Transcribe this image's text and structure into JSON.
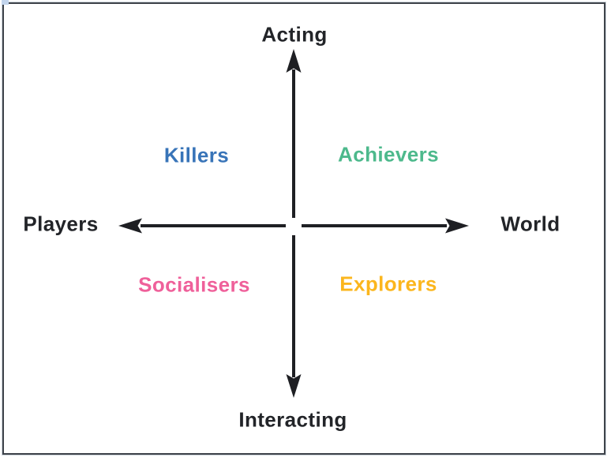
{
  "diagram": {
    "type": "quadrant-diagram",
    "axes": {
      "top": {
        "label": "Acting"
      },
      "bottom": {
        "label": "Interacting"
      },
      "left": {
        "label": "Players"
      },
      "right": {
        "label": "World"
      }
    },
    "quadrants": {
      "top_left": {
        "label": "Killers",
        "color": "#3874b8"
      },
      "top_right": {
        "label": "Achievers",
        "color": "#4db98c"
      },
      "bottom_left": {
        "label": "Socialisers",
        "color": "#ef609a"
      },
      "bottom_right": {
        "label": "Explorers",
        "color": "#fbb61d"
      }
    },
    "colors": {
      "axis_line": "#1e1f23",
      "axis_text": "#222428",
      "frame_border": "#3e434a",
      "background": "#ffffff",
      "corner_artifact": "#c2d4ec"
    }
  }
}
